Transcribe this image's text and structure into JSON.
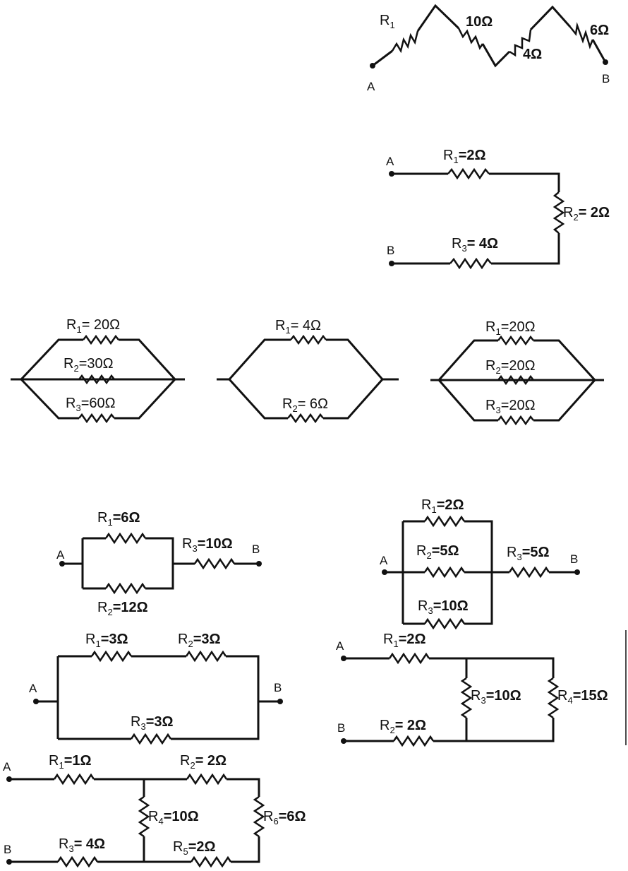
{
  "circuits": {
    "c1": {
      "r1": {
        "main": "R",
        "sub": "1",
        "value": ""
      },
      "r2": {
        "value": "10Ω"
      },
      "r3": {
        "value": "4Ω"
      },
      "r4": {
        "value": "6Ω"
      },
      "a": "A",
      "b": "B"
    },
    "c2": {
      "r1": {
        "main": "R",
        "sub": "1",
        "value": "=2Ω"
      },
      "r2": {
        "main": "R",
        "sub": "2",
        "value": "= 2Ω"
      },
      "r3": {
        "main": "R",
        "sub": "3",
        "value": "= 4Ω"
      },
      "a": "A",
      "b": "B"
    },
    "c3": {
      "r1": {
        "main": "R",
        "sub": "1",
        "value": "= 20Ω"
      },
      "r2": {
        "main": "R",
        "sub": "2",
        "value": "=30Ω"
      },
      "r3": {
        "main": "R",
        "sub": "3",
        "value": "=60Ω"
      }
    },
    "c4": {
      "r1": {
        "main": "R",
        "sub": "1",
        "value": "= 4Ω"
      },
      "r2": {
        "main": "R",
        "sub": "2",
        "value": "= 6Ω"
      }
    },
    "c5": {
      "r1": {
        "main": "R",
        "sub": "1",
        "value": "=20Ω"
      },
      "r2": {
        "main": "R",
        "sub": "2",
        "value": "=20Ω"
      },
      "r3": {
        "main": "R",
        "sub": "3",
        "value": "=20Ω"
      }
    },
    "c6": {
      "r1": {
        "main": "R",
        "sub": "1",
        "value": "=6Ω"
      },
      "r2": {
        "main": "R",
        "sub": "2",
        "value": "=12Ω"
      },
      "r3": {
        "main": "R",
        "sub": "3",
        "value": "=10Ω"
      },
      "a": "A",
      "b": "B"
    },
    "c7": {
      "r1": {
        "main": "R",
        "sub": "1",
        "value": "=2Ω"
      },
      "r2": {
        "main": "R",
        "sub": "2",
        "value": "=5Ω"
      },
      "r3": {
        "main": "R",
        "sub": "3",
        "value": "=10Ω"
      },
      "r4": {
        "main": "R",
        "sub": "3",
        "value": "=5Ω"
      },
      "a": "A",
      "b": "B"
    },
    "c8": {
      "r1": {
        "main": "R",
        "sub": "1",
        "value": "=3Ω"
      },
      "r2": {
        "main": "R",
        "sub": "2",
        "value": "=3Ω"
      },
      "r3": {
        "main": "R",
        "sub": "3",
        "value": "=3Ω"
      },
      "a": "A",
      "b": "B"
    },
    "c9": {
      "r1": {
        "main": "R",
        "sub": "1",
        "value": "=2Ω"
      },
      "r2": {
        "main": "R",
        "sub": "2",
        "value": "= 2Ω"
      },
      "r3": {
        "main": "R",
        "sub": "3",
        "value": "=10Ω"
      },
      "r4": {
        "main": "R",
        "sub": "4",
        "value": "=15Ω"
      },
      "a": "A",
      "b": "B"
    },
    "c10": {
      "r1": {
        "main": "R",
        "sub": "1",
        "value": "=1Ω"
      },
      "r2": {
        "main": "R",
        "sub": "2",
        "value": "= 2Ω"
      },
      "r3": {
        "main": "R",
        "sub": "3",
        "value": "= 4Ω"
      },
      "r4": {
        "main": "R",
        "sub": "4",
        "value": "=10Ω"
      },
      "r5": {
        "main": "R",
        "sub": "5",
        "value": "=2Ω"
      },
      "r6": {
        "main": "R",
        "sub": "6",
        "value": "=6Ω"
      },
      "a": "A",
      "b": "B"
    }
  }
}
